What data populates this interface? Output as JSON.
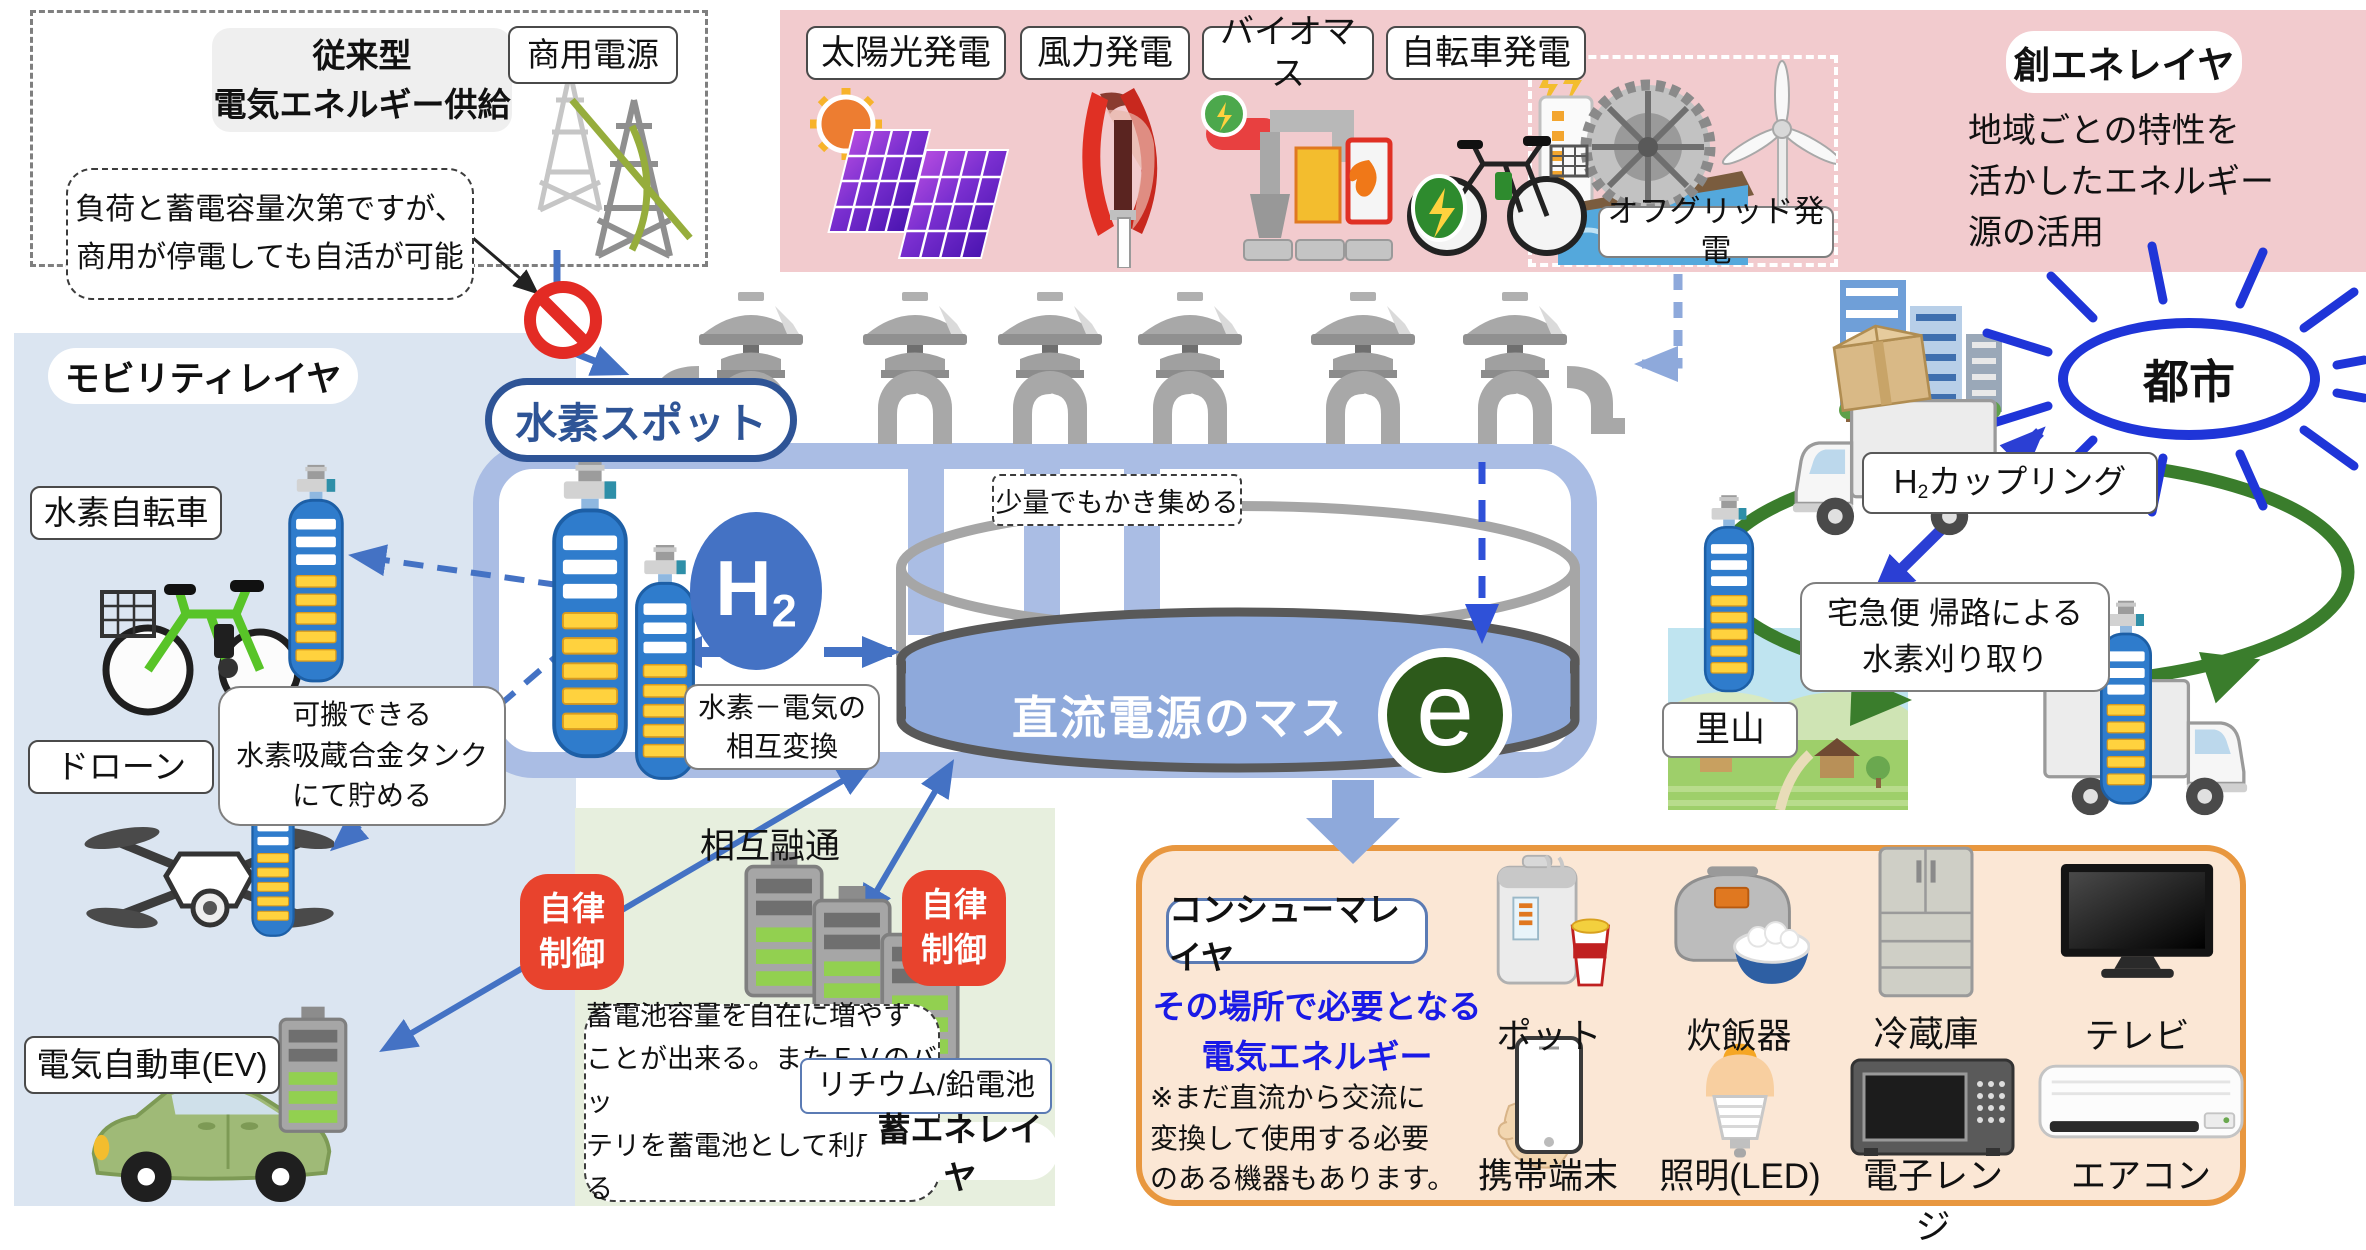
{
  "legacy_supply": {
    "title": "従来型\n電気エネルギー供給",
    "commercial_power_label": "商用電源",
    "note": "負荷と蓄電容量次第ですが、\n商用が停電しても自活が可能"
  },
  "generation_layer": {
    "badge": "創エネレイヤ",
    "description": "地域ごとの特性を\n活かしたエネルギー\n源の活用",
    "sources": [
      {
        "label": "太陽光発電"
      },
      {
        "label": "風力発電"
      },
      {
        "label": "バイオマス"
      },
      {
        "label": "自転車発電"
      },
      {
        "label": "オフグリッド発電"
      }
    ]
  },
  "mobility_layer": {
    "badge": "モビリティレイヤ",
    "items": [
      {
        "label": "水素自転車"
      },
      {
        "label": "ドローン"
      },
      {
        "label": "電気自動車(EV)"
      }
    ],
    "tank_note": "可搬できる\n水素吸蔵合金タンク\nにて貯める"
  },
  "hydrogen_spot": {
    "title": "水素スポット",
    "h2": {
      "base": "H",
      "sub": "2"
    },
    "conversion_label": "水素－電気の\n相互変換",
    "collect_note": "少量でもかき集める",
    "dc_mass_label": "直流電源のマス",
    "electron_symbol": "e"
  },
  "storage_layer": {
    "badge": "蓄エネレイヤ",
    "interchange_label": "相互融通",
    "autonomous_control_badge": "自律\n制御",
    "battery_label": "リチウム/鉛電池",
    "note": "蓄電池容量を自在に増やす\nことが出来る。またＥＶのバッ\nテリを蓄電池として利用できる"
  },
  "city_loop": {
    "city_label": "都市",
    "coupling": {
      "base": "H",
      "sub": "2",
      "rest": "カップリング"
    },
    "delivery_note": "宅急便 帰路による\n水素刈り取り",
    "village_label": "里山"
  },
  "consumer_layer": {
    "badge": "コンシューマレイヤ",
    "headline": "その場所で必要となる\n電気エネルギー",
    "note": "※まだ直流から交流に\n変換して使用する必要\nのある機器もあります。",
    "appliances": [
      {
        "label": "ポット"
      },
      {
        "label": "炊飯器"
      },
      {
        "label": "冷蔵庫"
      },
      {
        "label": "テレビ"
      },
      {
        "label": "携帯端末"
      },
      {
        "label": "照明(LED)"
      },
      {
        "label": "電子レンジ"
      },
      {
        "label": "エアコン"
      }
    ]
  },
  "colors": {
    "generation_bg": "#f2cbce",
    "mobility_bg": "#dbe5f1",
    "storage_bg": "#e7efde",
    "consumer_bg": "#fbe7d5",
    "consumer_border": "#e8973f",
    "hydrogen_blue": "#4472c4",
    "spot_border": "#2e5496",
    "structure_border": "#aabde4",
    "tank_fill": "#8ea9db",
    "electron_green": "#2d5a1b",
    "alert_red": "#e8432d",
    "city_blue": "#1f35d8",
    "loop_green": "#3a7d2c",
    "light_arrow": "#8ea9db",
    "bright_arrow": "#2f51d8"
  }
}
